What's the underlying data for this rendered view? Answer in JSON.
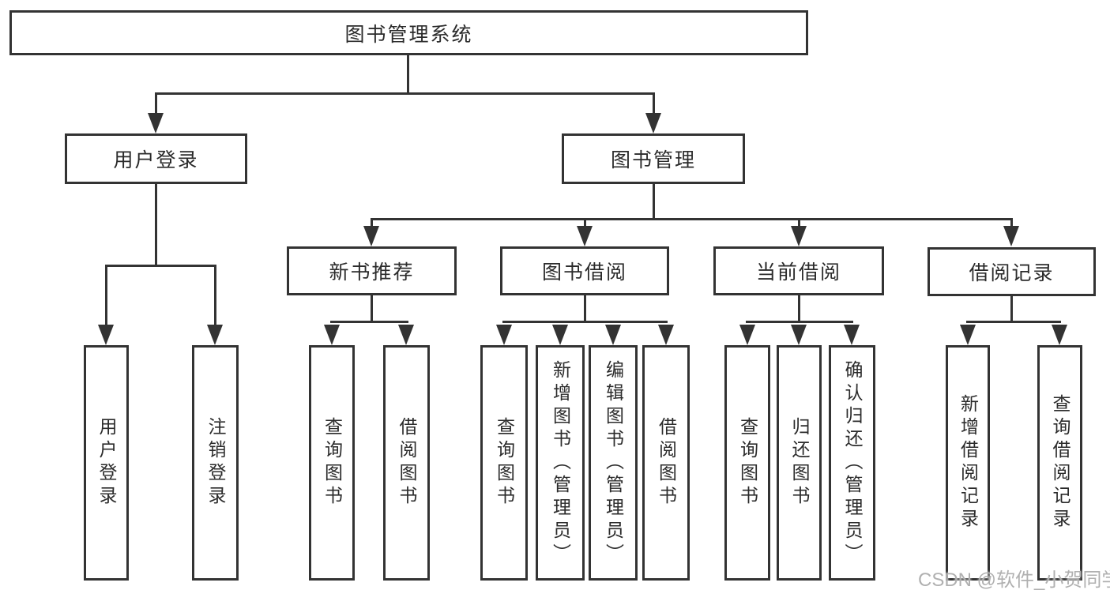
{
  "root": {
    "label": "图书管理系统"
  },
  "level2": [
    {
      "label": "用户登录"
    },
    {
      "label": "图书管理"
    }
  ],
  "level3": [
    {
      "label": "新书推荐"
    },
    {
      "label": "图书借阅"
    },
    {
      "label": "当前借阅"
    },
    {
      "label": "借阅记录"
    }
  ],
  "leaves": [
    {
      "label": "用户登录"
    },
    {
      "label": "注销登录"
    },
    {
      "label": "查询图书"
    },
    {
      "label": "借阅图书"
    },
    {
      "label": "查询图书"
    },
    {
      "label": "新增图书（管理员）"
    },
    {
      "label": "编辑图书（管理员）"
    },
    {
      "label": "借阅图书"
    },
    {
      "label": "查询图书"
    },
    {
      "label": "归还图书"
    },
    {
      "label": "确认归还（管理员）"
    },
    {
      "label": "新增借阅记录"
    },
    {
      "label": "查询借阅记录"
    }
  ],
  "watermark": {
    "text": "CSDN @软件_小贺同学"
  },
  "colors": {
    "line": "#333333",
    "text": "#2b2b2b",
    "background": "#ffffff",
    "watermark": "#b0b0b0"
  }
}
